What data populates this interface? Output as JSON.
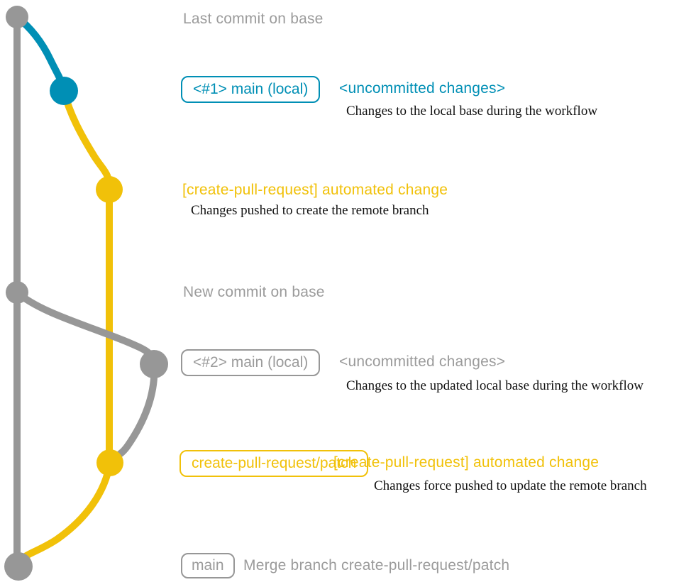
{
  "colors": {
    "base_gray": "#979797",
    "branch_blue": "#008fb5",
    "branch_yellow": "#f1c109",
    "muted_text": "#9b9b9b",
    "note_text": "#111111"
  },
  "graph": {
    "commit_names": [
      "last-commit-on-base",
      "uncommitted-changes-1",
      "automated-change-1",
      "new-commit-on-base",
      "uncommitted-changes-2",
      "automated-change-2",
      "merge-commit"
    ]
  },
  "rows": {
    "last_commit": {
      "label": "Last commit on base"
    },
    "main_local_1": {
      "tag": "<#1> main (local)",
      "message": "<uncommitted changes>",
      "note": "Changes to the local base during the workflow"
    },
    "automated_change_1": {
      "message": "[create-pull-request] automated change",
      "note": "Changes pushed to create the remote branch"
    },
    "new_commit": {
      "label": "New commit on base"
    },
    "main_local_2": {
      "tag": "<#2> main (local)",
      "message": "<uncommitted changes>",
      "note": "Changes to the updated local base during the workflow"
    },
    "automated_change_2": {
      "tag": "create-pull-request/patch",
      "message": "[create-pull-request] automated change",
      "note": "Changes force pushed to update the remote branch"
    },
    "merge": {
      "tag": "main",
      "message": "Merge branch create-pull-request/patch"
    }
  }
}
